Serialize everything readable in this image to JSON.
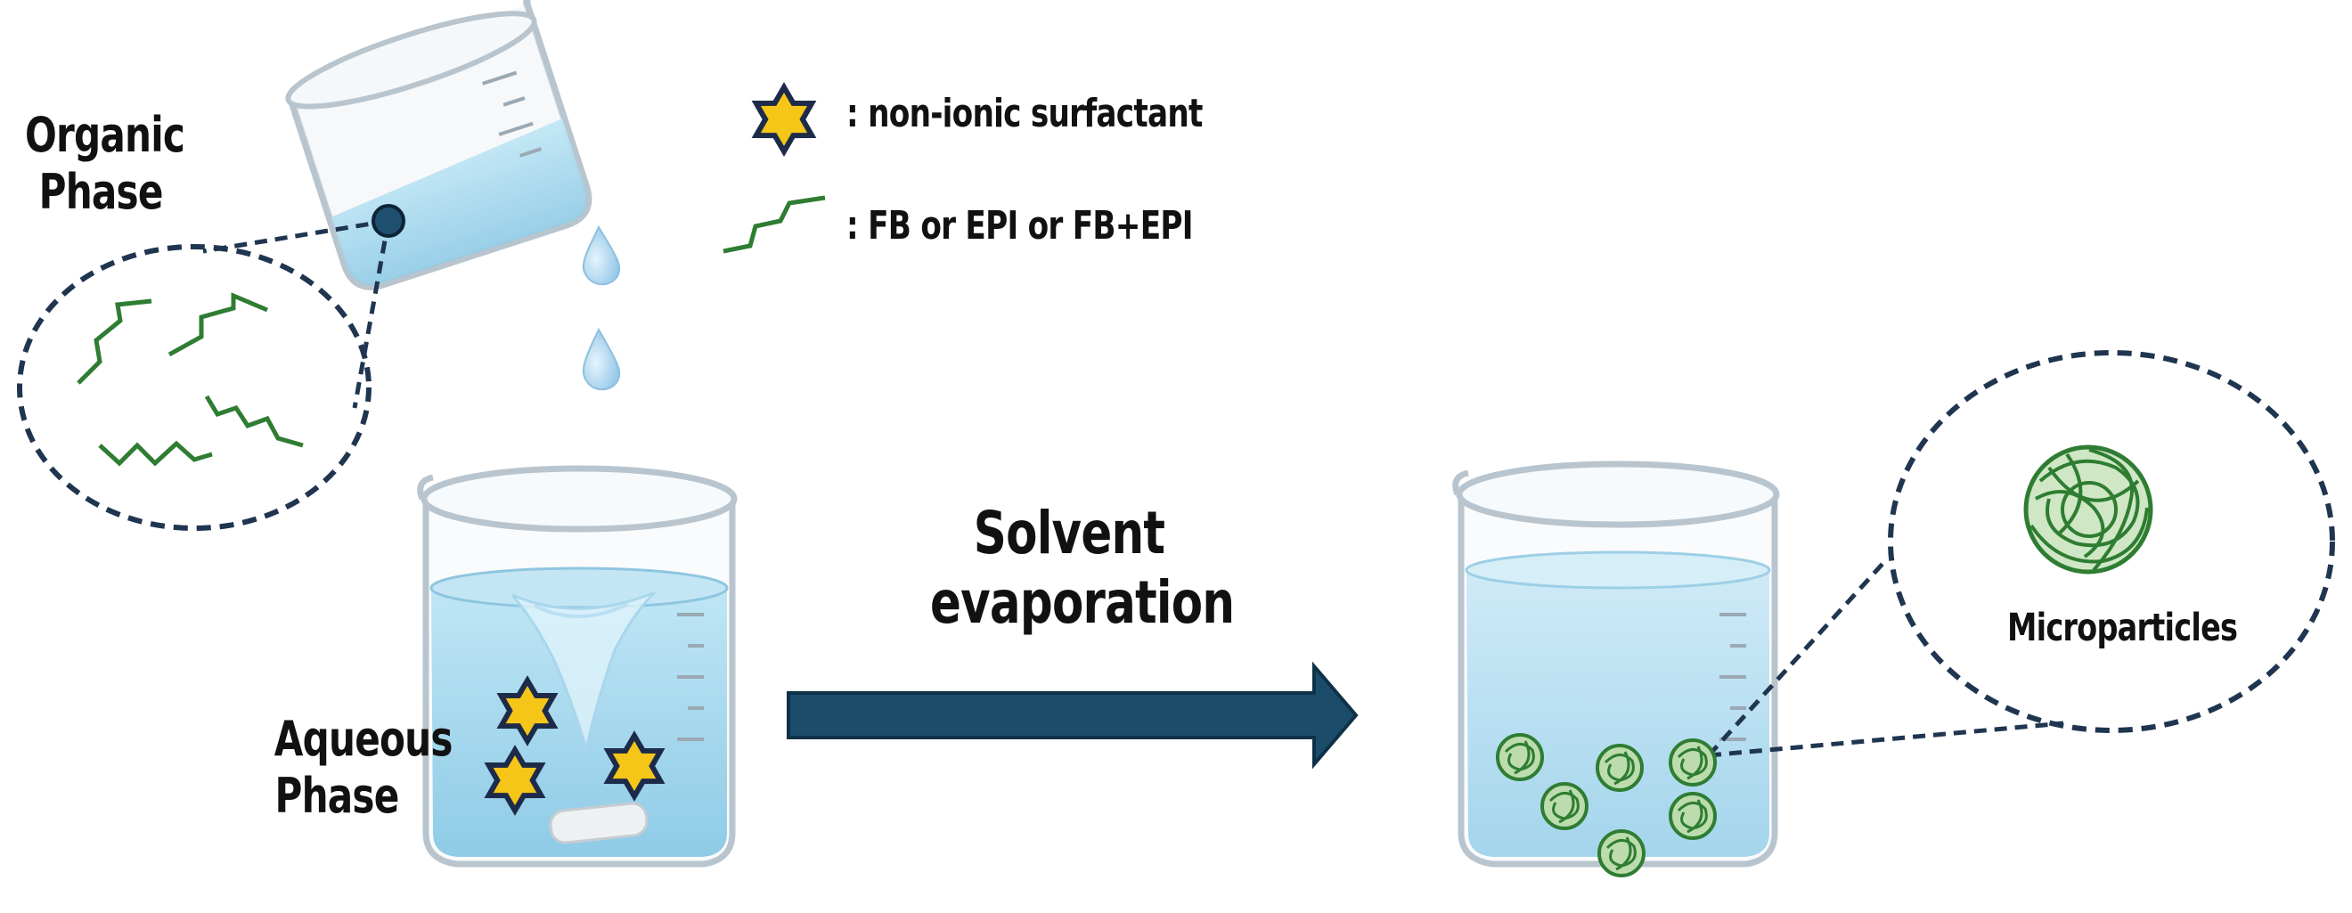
{
  "labels": {
    "organic_phase": [
      "Organic",
      "Phase"
    ],
    "aqueous_phase": [
      "Aqueous",
      "Phase"
    ],
    "process_arrow": [
      "Solvent",
      "evaporation"
    ],
    "product": "Microparticles"
  },
  "legend": [
    {
      "symbol": "star-icon",
      "text": ": non-ionic surfactant"
    },
    {
      "symbol": "zigzag-icon",
      "text": ": FB or EPI or FB+EPI"
    }
  ],
  "colors": {
    "arrow": "#1b4d6b",
    "callout": "#1f3550",
    "polymer": "#2e7d32",
    "particle": "#4a9a3c",
    "star_fill": "#f5c518",
    "star_outline": "#1d2b4a",
    "water": "#9fd3ea",
    "droplet": "#a9d3ee",
    "glass": "#c9d3da"
  }
}
